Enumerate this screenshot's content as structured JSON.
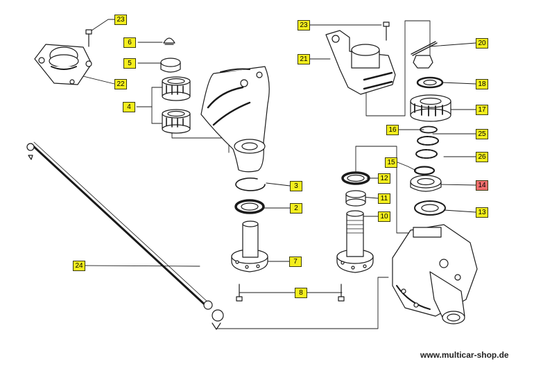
{
  "callouts": [
    {
      "id": "c23a",
      "label": "23",
      "part": "part-23-bolt-left"
    },
    {
      "id": "c22",
      "label": "22",
      "part": "part-22-bearing-cap"
    },
    {
      "id": "c6",
      "label": "6",
      "part": "part-6-grease-cap"
    },
    {
      "id": "c5",
      "label": "5",
      "part": "part-5-cover"
    },
    {
      "id": "c4",
      "label": "4",
      "part": "part-4-roller-bearings"
    },
    {
      "id": "c3",
      "label": "3",
      "part": "part-3-circlip"
    },
    {
      "id": "c2",
      "label": "2",
      "part": "part-2-seal"
    },
    {
      "id": "c7",
      "label": "7",
      "part": "part-7-kingpin-left"
    },
    {
      "id": "c8",
      "label": "8",
      "part": "part-8-bolts"
    },
    {
      "id": "c24",
      "label": "24",
      "part": "part-24-tie-rod"
    },
    {
      "id": "c23b",
      "label": "23",
      "part": "part-23-bolt-right"
    },
    {
      "id": "c21",
      "label": "21",
      "part": "part-21-bracket"
    },
    {
      "id": "c20",
      "label": "20",
      "part": "part-20-cotter-pin"
    },
    {
      "id": "c18",
      "label": "18",
      "part": "part-18-washer"
    },
    {
      "id": "c17",
      "label": "17",
      "part": "part-17-bearing"
    },
    {
      "id": "c16",
      "label": "16",
      "part": "part-16-ring"
    },
    {
      "id": "c25",
      "label": "25",
      "part": "part-25-ring"
    },
    {
      "id": "c26",
      "label": "26",
      "part": "part-26-ring"
    },
    {
      "id": "c15",
      "label": "15",
      "part": "part-15-ring"
    },
    {
      "id": "c14",
      "label": "14",
      "part": "part-14-bearing-race"
    },
    {
      "id": "c13",
      "label": "13",
      "part": "part-13-washer"
    },
    {
      "id": "c12",
      "label": "12",
      "part": "part-12-seal"
    },
    {
      "id": "c11",
      "label": "11",
      "part": "part-11-bushing"
    },
    {
      "id": "c10",
      "label": "10",
      "part": "part-10-kingpin-right"
    }
  ],
  "highlight_color": "#ee6c6c",
  "label_color": "#f4ee1e",
  "website": "www.multicar-shop.de"
}
